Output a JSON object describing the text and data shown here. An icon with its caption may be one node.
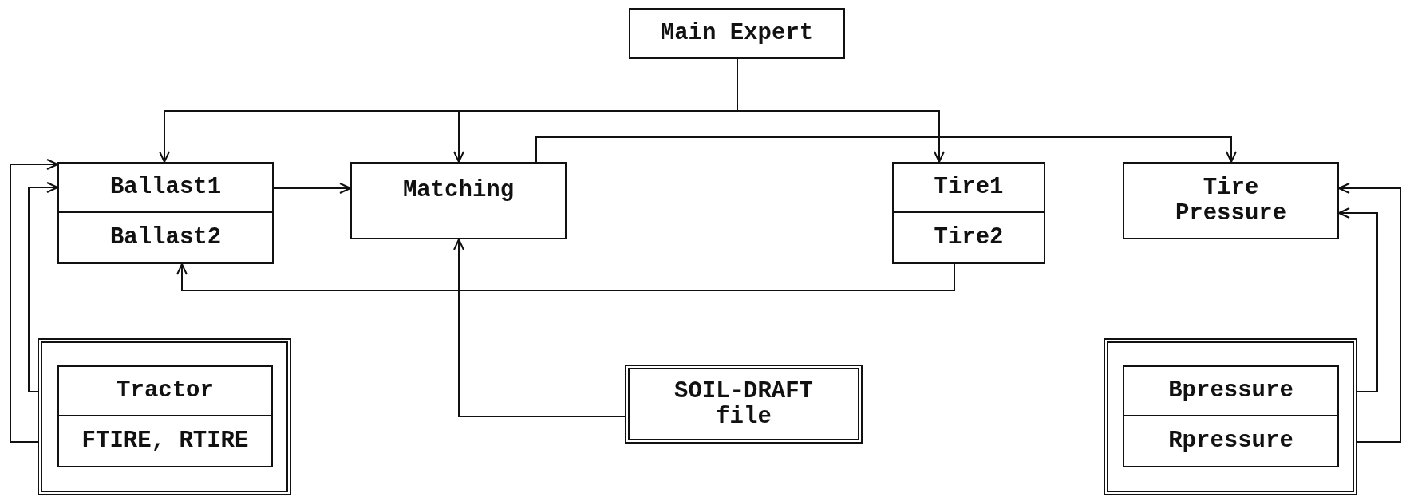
{
  "diagram": {
    "nodes": [
      {
        "text": [
          "Main Expert"
        ]
      },
      {
        "text": [
          "Ballast1"
        ]
      },
      {
        "text": [
          "Ballast2"
        ]
      },
      {
        "text": [
          "Matching"
        ]
      },
      {
        "text": [
          "Tire1"
        ]
      },
      {
        "text": [
          "Tire2"
        ]
      },
      {
        "text": [
          "Tire Pressure"
        ]
      },
      {
        "text": [],
        "shape": "box"
      },
      {
        "text": [
          "Tractor"
        ],
        "in": 7
      },
      {
        "text": [
          "FTIRE, RTIRE"
        ],
        "in": 7
      },
      {
        "text": [
          "SOIL-DRAFT file"
        ]
      },
      {
        "text": [],
        "shape": "box"
      },
      {
        "text": [
          "Bpressure"
        ],
        "in": 11
      },
      {
        "text": [
          "Rpressure"
        ],
        "in": 11
      }
    ],
    "edges": [
      {
        "from": 0,
        "to": 1,
        "arrow": "to"
      },
      {
        "from": 0,
        "to": 3,
        "arrow": "to"
      },
      {
        "from": 0,
        "to": 4,
        "arrow": "to"
      },
      {
        "from": 3,
        "to": 6,
        "arrow": "to"
      },
      {
        "from": 1,
        "to": 3,
        "arrow": "to"
      },
      {
        "from": 5,
        "to": 2,
        "arrow": "to"
      },
      {
        "from": 10,
        "to": 3,
        "arrow": "to"
      },
      {
        "from": 8,
        "to": 1,
        "arrow": "to"
      },
      {
        "from": 9,
        "to": 1,
        "arrow": "to"
      },
      {
        "from": 12,
        "to": 6,
        "arrow": "to"
      },
      {
        "from": 13,
        "to": 6,
        "arrow": "to"
      }
    ]
  }
}
